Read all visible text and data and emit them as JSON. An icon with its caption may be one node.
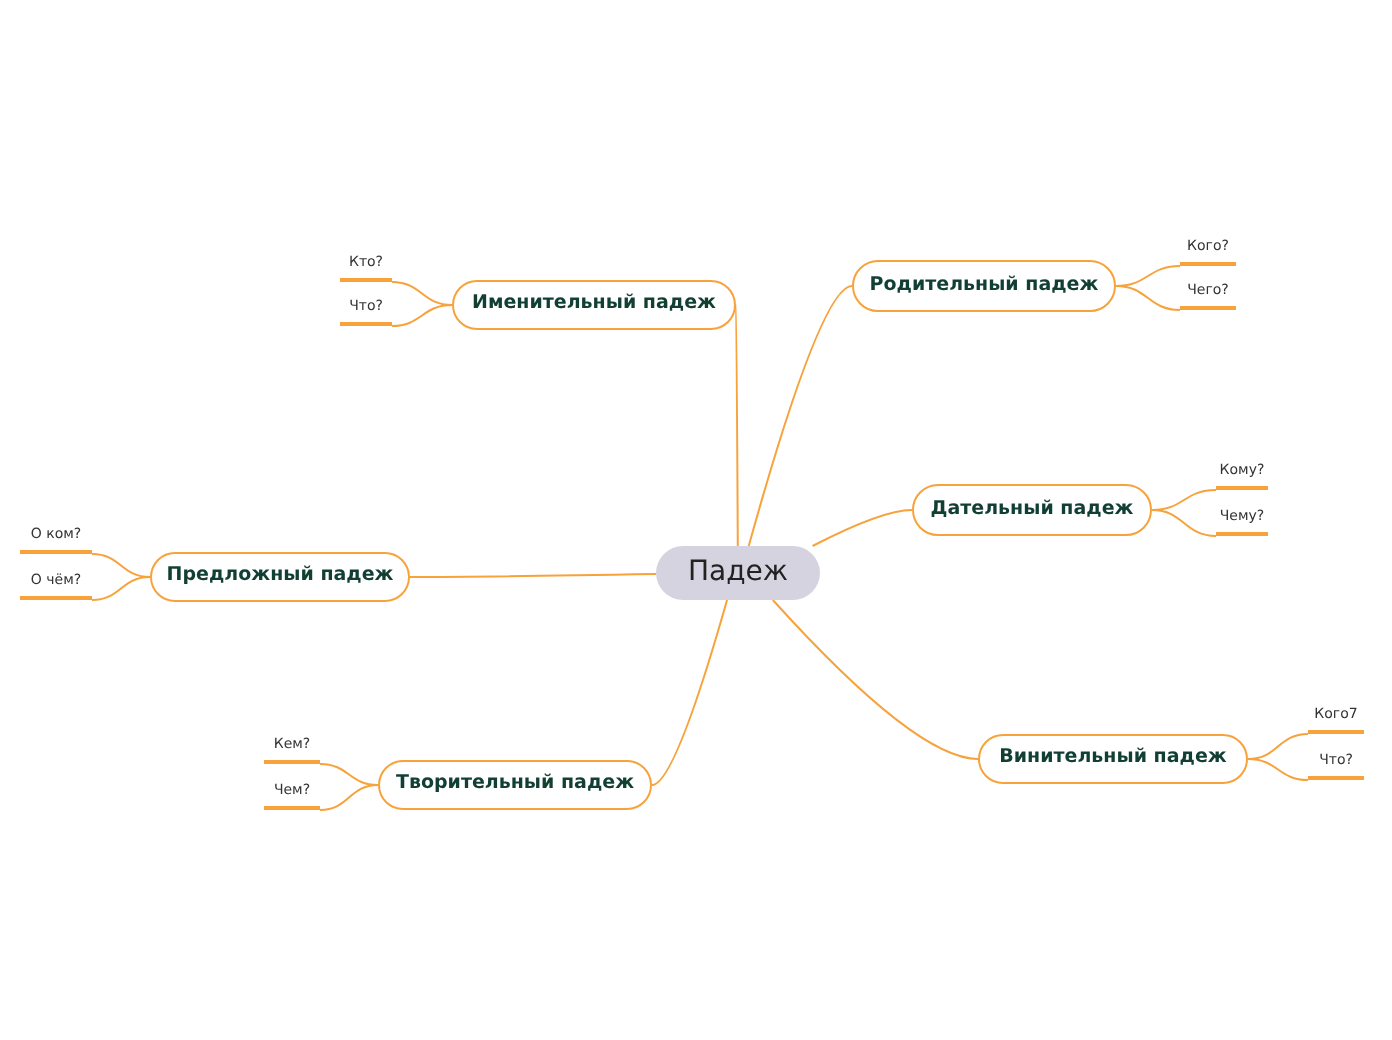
{
  "diagram": {
    "nodes": [
      {
        "text": [
          "Падеж"
        ]
      },
      {
        "text": [
          "Именительный падеж"
        ]
      },
      {
        "text": [
          "Кто?"
        ]
      },
      {
        "text": [
          "Что?"
        ]
      },
      {
        "text": [
          "Родительный падеж"
        ]
      },
      {
        "text": [
          "Кого?"
        ]
      },
      {
        "text": [
          "Чего?"
        ]
      },
      {
        "text": [
          "Дательный падеж"
        ]
      },
      {
        "text": [
          "Кому?"
        ]
      },
      {
        "text": [
          "Чему?"
        ]
      },
      {
        "text": [
          "Предложный падеж"
        ]
      },
      {
        "text": [
          "О ком?"
        ]
      },
      {
        "text": [
          "О чём?"
        ]
      },
      {
        "text": [
          "Винительный падеж"
        ]
      },
      {
        "text": [
          "Кого7"
        ]
      },
      {
        "text": [
          "Что?"
        ]
      },
      {
        "text": [
          "Творительный падеж"
        ]
      },
      {
        "text": [
          "Кем?"
        ]
      },
      {
        "text": [
          "Чем?"
        ]
      }
    ],
    "edges": [
      {
        "from": 0,
        "to": 1,
        "arrow": "none"
      },
      {
        "from": 1,
        "to": 2,
        "arrow": "none"
      },
      {
        "from": 1,
        "to": 3,
        "arrow": "none"
      },
      {
        "from": 0,
        "to": 4,
        "arrow": "none"
      },
      {
        "from": 4,
        "to": 5,
        "arrow": "none"
      },
      {
        "from": 4,
        "to": 6,
        "arrow": "none"
      },
      {
        "from": 0,
        "to": 7,
        "arrow": "none"
      },
      {
        "from": 7,
        "to": 8,
        "arrow": "none"
      },
      {
        "from": 7,
        "to": 9,
        "arrow": "none"
      },
      {
        "from": 0,
        "to": 10,
        "arrow": "none"
      },
      {
        "from": 10,
        "to": 11,
        "arrow": "none"
      },
      {
        "from": 10,
        "to": 12,
        "arrow": "none"
      },
      {
        "from": 0,
        "to": 13,
        "arrow": "none"
      },
      {
        "from": 13,
        "to": 14,
        "arrow": "none"
      },
      {
        "from": 13,
        "to": 15,
        "arrow": "none"
      },
      {
        "from": 0,
        "to": 16,
        "arrow": "none"
      },
      {
        "from": 16,
        "to": 17,
        "arrow": "none"
      },
      {
        "from": 16,
        "to": 18,
        "arrow": "none"
      }
    ]
  }
}
